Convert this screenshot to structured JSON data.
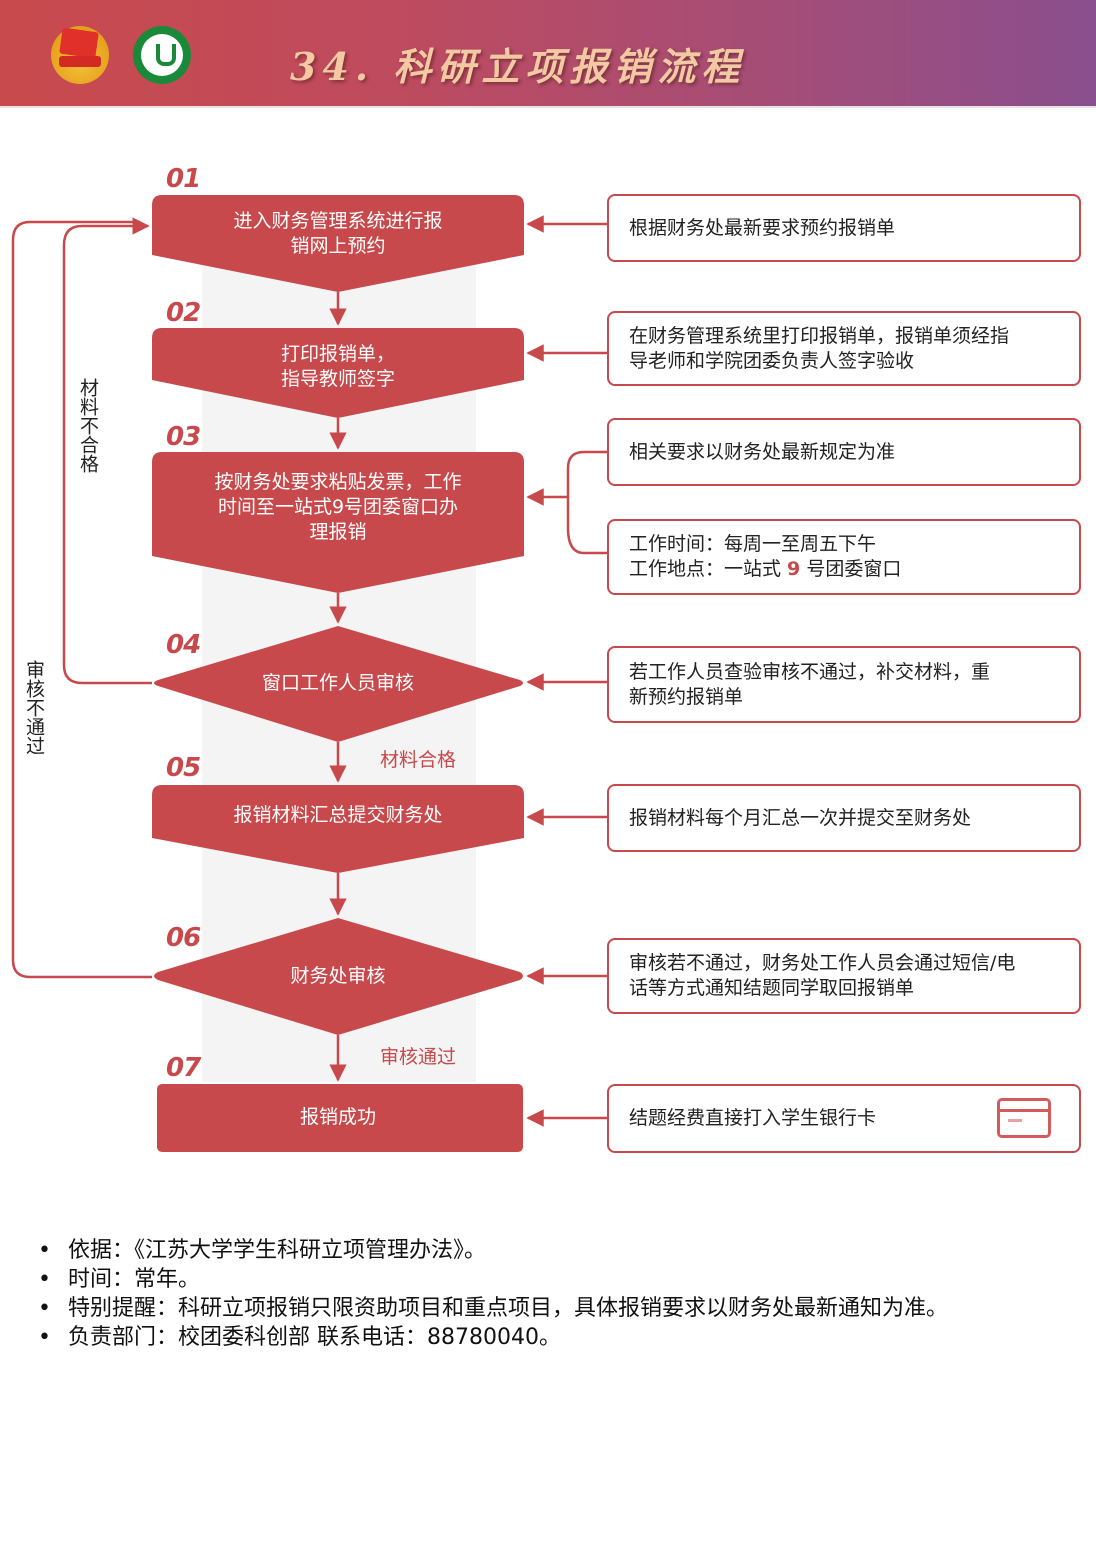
{
  "header": {
    "title": "34. 科研立项报销流程",
    "logos": [
      "communist-youth-league-logo",
      "jiangsu-university-logo"
    ]
  },
  "colors": {
    "accent": "#c8494b",
    "header_start": "#c84a4c",
    "header_end": "#8a4f8e",
    "guide": "#f4f4f4"
  },
  "steps": [
    {
      "num": "01",
      "type": "process",
      "text": [
        "进入财务管理系统进行报",
        "销网上预约"
      ]
    },
    {
      "num": "02",
      "type": "process",
      "text": [
        "打印报销单，",
        "指导教师签字"
      ]
    },
    {
      "num": "03",
      "type": "process",
      "text": [
        "按财务处要求粘贴发票，工作",
        "时间至一站式9号团委窗口办",
        "理报销"
      ]
    },
    {
      "num": "04",
      "type": "decision",
      "text": [
        "窗口工作人员审核"
      ]
    },
    {
      "num": "05",
      "type": "process",
      "text": [
        "报销材料汇总提交财务处"
      ]
    },
    {
      "num": "06",
      "type": "decision",
      "text": [
        "财务处审核"
      ]
    },
    {
      "num": "07",
      "type": "terminal",
      "text": [
        "报销成功"
      ]
    }
  ],
  "notes": [
    {
      "step": "01",
      "lines": [
        "根据财务处最新要求预约报销单"
      ]
    },
    {
      "step": "02",
      "lines": [
        "在财务管理系统里打印报销单，报销单须经指",
        "导老师和学院团委负责人签字验收"
      ]
    },
    {
      "step": "03a",
      "lines": [
        "相关要求以财务处最新规定为准"
      ]
    },
    {
      "step": "03b",
      "lines": [
        "工作时间：每周一至周五下午"
      ],
      "line2": {
        "prefix": "工作地点：一站式 ",
        "highlight": "9",
        "suffix": " 号团委窗口"
      }
    },
    {
      "step": "04",
      "lines": [
        "若工作人员查验审核不通过，补交材料，重",
        "新预约报销单"
      ]
    },
    {
      "step": "05",
      "lines": [
        "报销材料每个月汇总一次并提交至财务处"
      ]
    },
    {
      "step": "06",
      "lines": [
        "审核若不通过，财务处工作人员会通过短信/电",
        "话等方式通知结题同学取回报销单"
      ]
    },
    {
      "step": "07",
      "lines": [
        "结题经费直接打入学生银行卡"
      ],
      "icon": "bank-card-icon"
    }
  ],
  "loops": {
    "inner_label": "材料不合格",
    "outer_label": "审核不通过"
  },
  "edge_labels": {
    "after_04": "材料合格",
    "after_06": "审核通过"
  },
  "footer": {
    "bullets": [
      "依据：《江苏大学学生科研立项管理办法》。",
      "时间：常年。",
      "特别提醒：科研立项报销只限资助项目和重点项目，具体报销要求以财务处最新通知为准。",
      "负责部门：校团委科创部  联系电话：88780040。"
    ],
    "bullet_glyph": "•"
  }
}
